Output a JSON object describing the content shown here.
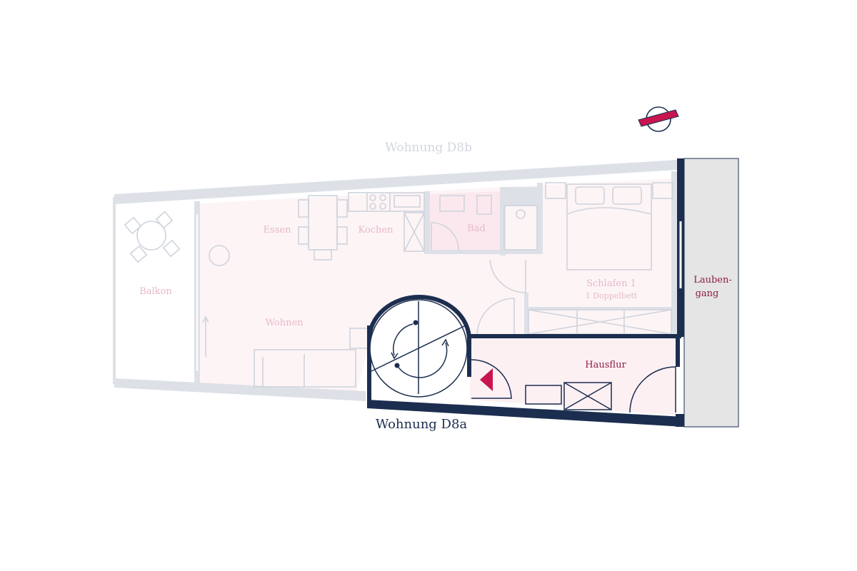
{
  "labels": {
    "upper_apartment": "Wohnung D8b",
    "current_apartment": "Wohnung D8a",
    "balcony": "Balkon",
    "dining": "Essen",
    "kitchen": "Kochen",
    "bath": "Bad",
    "bedroom": "Schlafen 1",
    "bedroom_note": "1 Doppelbett",
    "living": "Wohnen",
    "hallway": "Hausflur",
    "gallery_line1": "Lauben-",
    "gallery_line2": "gang"
  },
  "colors": {
    "dark_wall": "#1c2e4f",
    "faded_wall": "#dde1e7",
    "faded_line": "#cfd4dc",
    "floor_pink": "#fdf1f4",
    "accent": "#c8154f",
    "gallery_grey": "#e5e5e5"
  },
  "icons": [
    "compass-icon",
    "entrance-marker-icon",
    "spiral-staircase-icon"
  ]
}
